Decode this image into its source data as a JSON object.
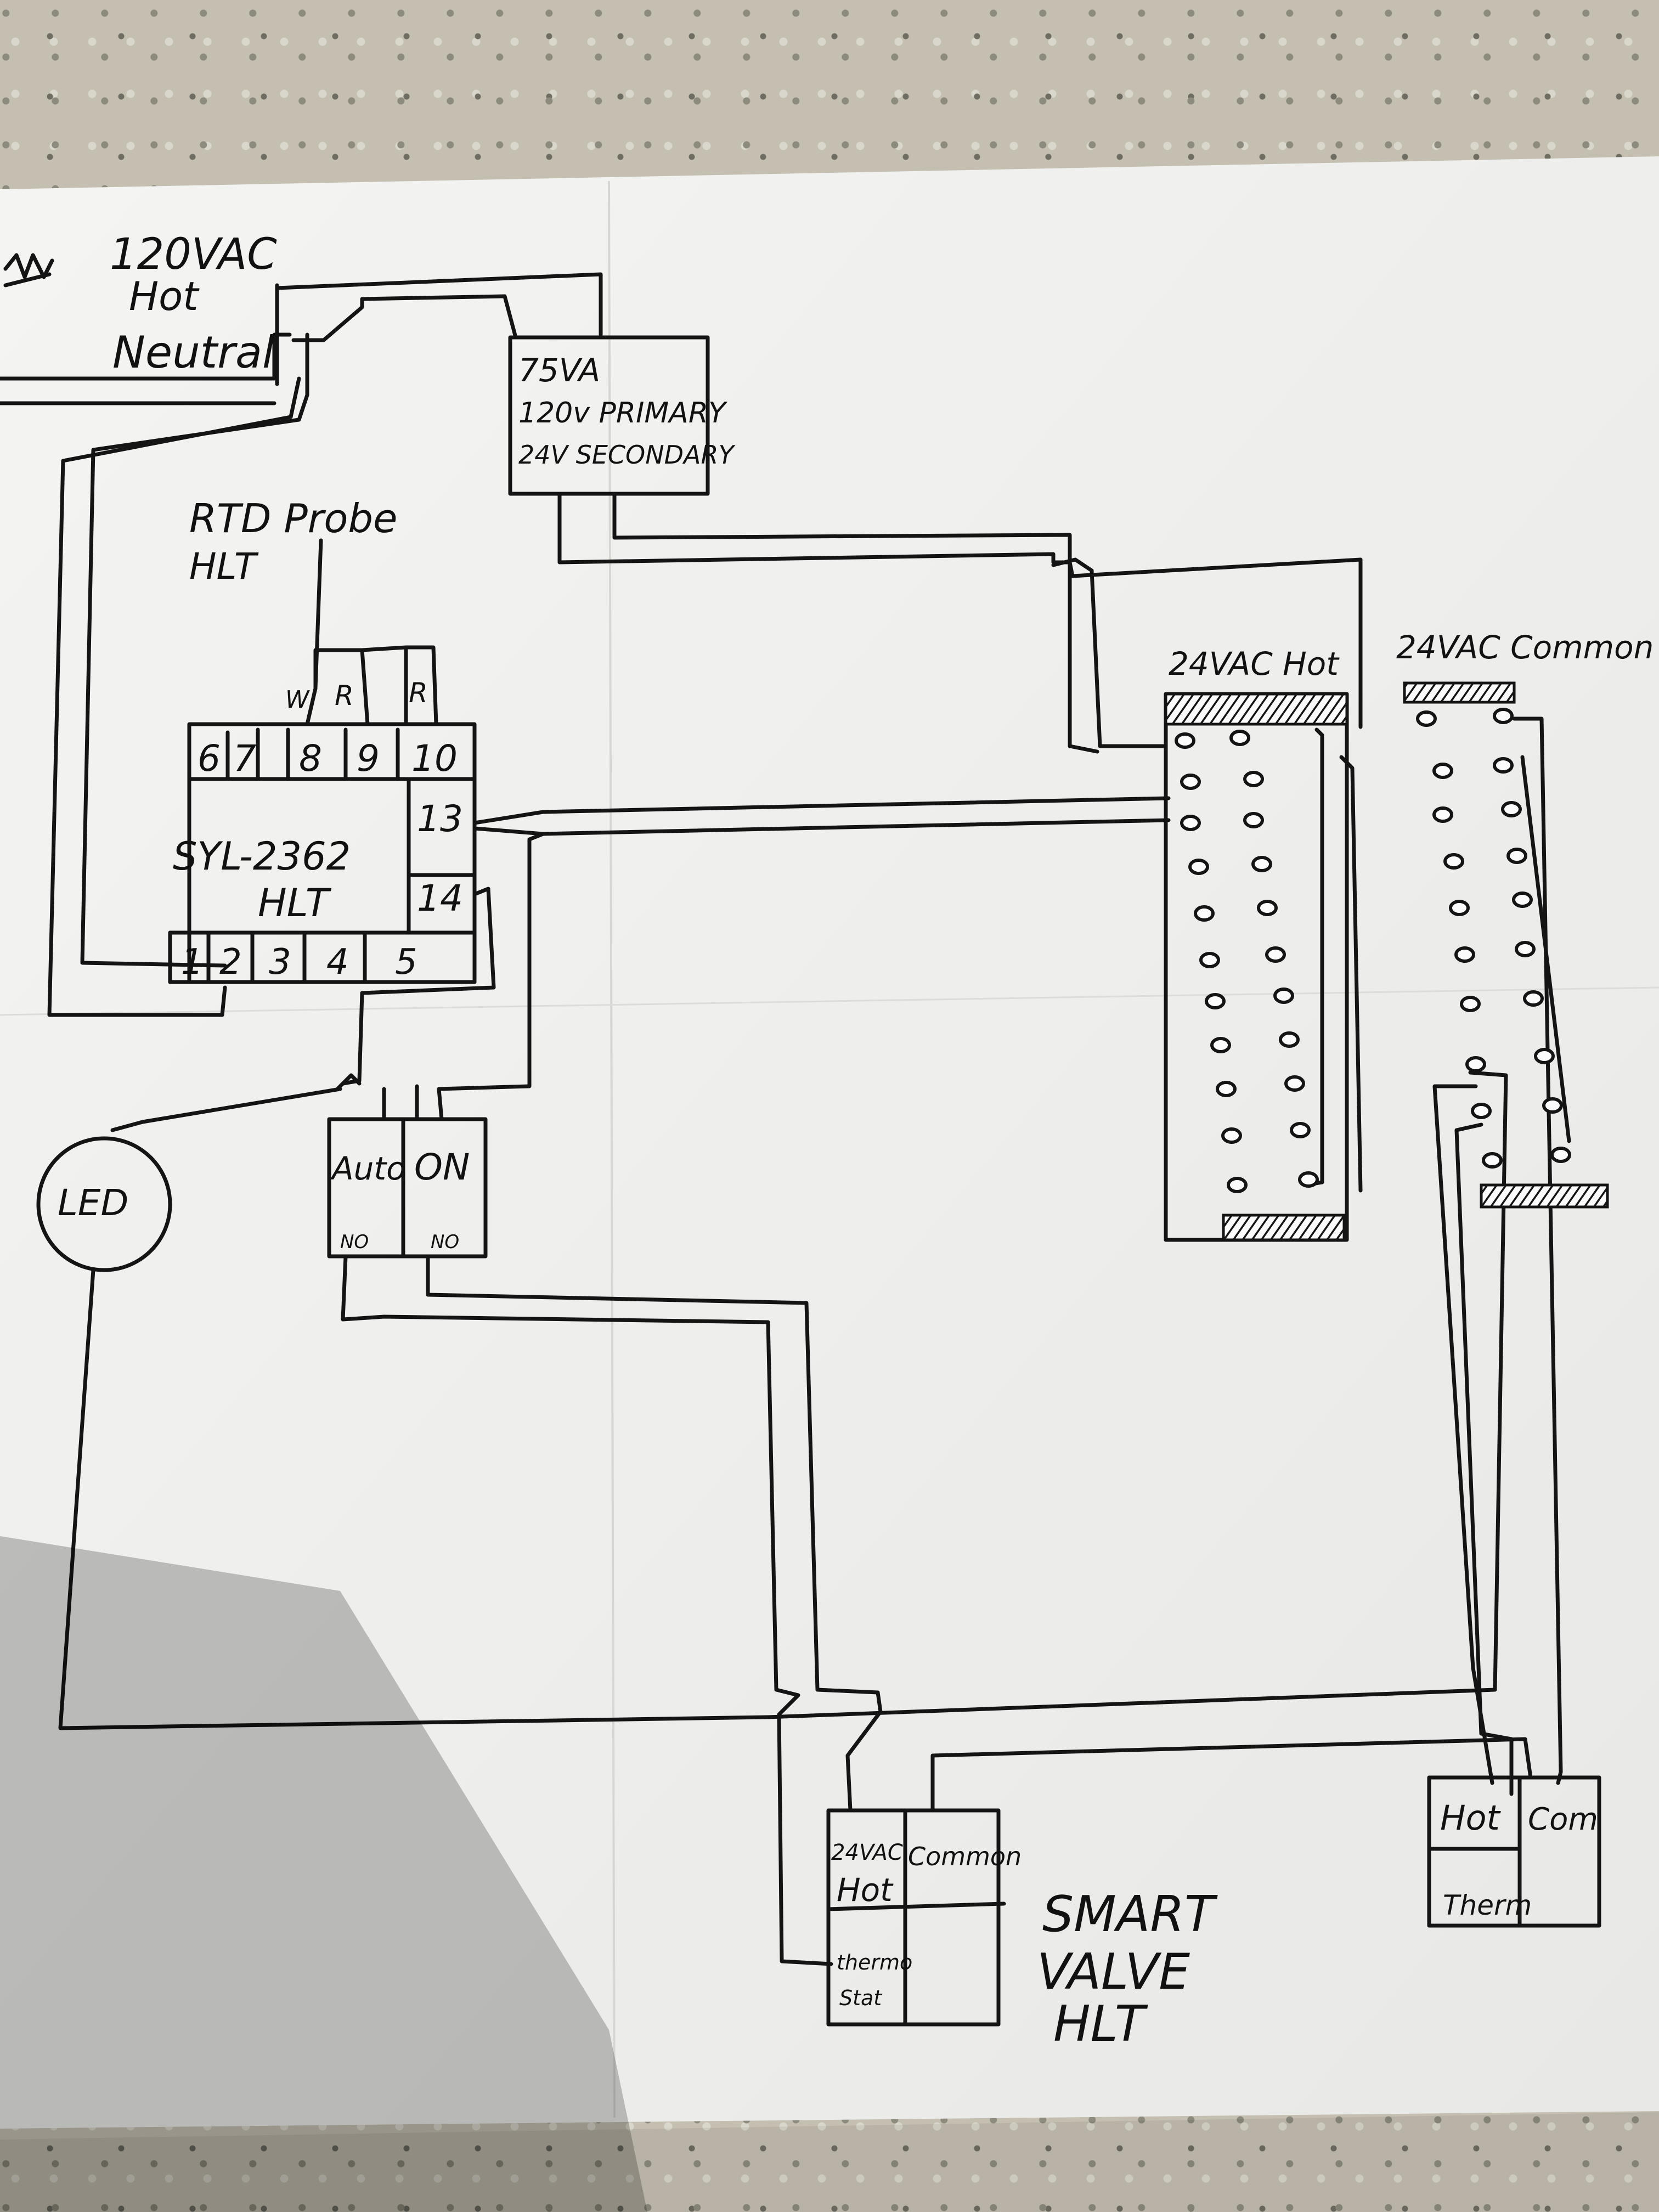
{
  "power": {
    "title": "120VAC",
    "hot": "Hot",
    "neutral": "Neutral"
  },
  "transformer": {
    "line1": "75VA",
    "line2": "120v PRIMARY",
    "line3": "24V SECONDARY"
  },
  "probe": {
    "line1": "RTD Probe",
    "line2": "HLT",
    "wire_w": "W",
    "wire_r1": "R",
    "wire_r2": "R"
  },
  "controller": {
    "name_line1": "SYL-2362",
    "name_line2": "HLT",
    "top_terminals": [
      "6",
      "7",
      "8",
      "9",
      "10"
    ],
    "side_terminals": [
      "13",
      "14"
    ],
    "bottom_terminals": [
      "1",
      "2",
      "3",
      "4",
      "5"
    ]
  },
  "led": {
    "label": "LED"
  },
  "switch": {
    "auto": "Auto",
    "on": "ON",
    "auto_no": "NO",
    "on_no": "NO"
  },
  "bus_hot": {
    "label": "24VAC Hot"
  },
  "bus_common": {
    "label": "24VAC Common"
  },
  "valve": {
    "hot_line1": "24VAC",
    "hot_line2": "Hot",
    "common": "Common",
    "thermo_line1": "thermo",
    "thermo_line2": "Stat",
    "title_line1": "SMART",
    "title_line2": "VALVE",
    "title_line3": "HLT"
  },
  "valve2": {
    "hot": "Hot",
    "com": "Com",
    "therm": "Therm"
  }
}
